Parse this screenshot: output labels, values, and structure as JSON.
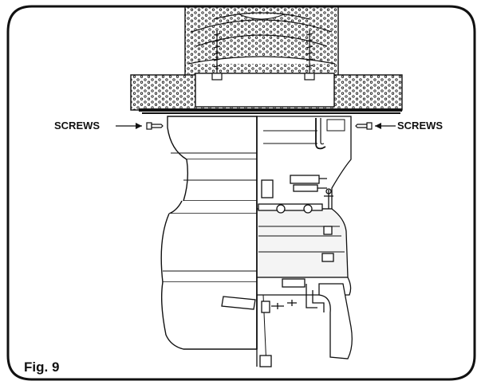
{
  "labels": {
    "screws_left": "SCREWS",
    "screws_right": "SCREWS",
    "figure": "Fig. 9"
  },
  "icons": {
    "screw": "screw-icon"
  },
  "colors": {
    "ink": "#111111",
    "paper": "#ffffff",
    "fill_gray": "#f4f4f4"
  }
}
